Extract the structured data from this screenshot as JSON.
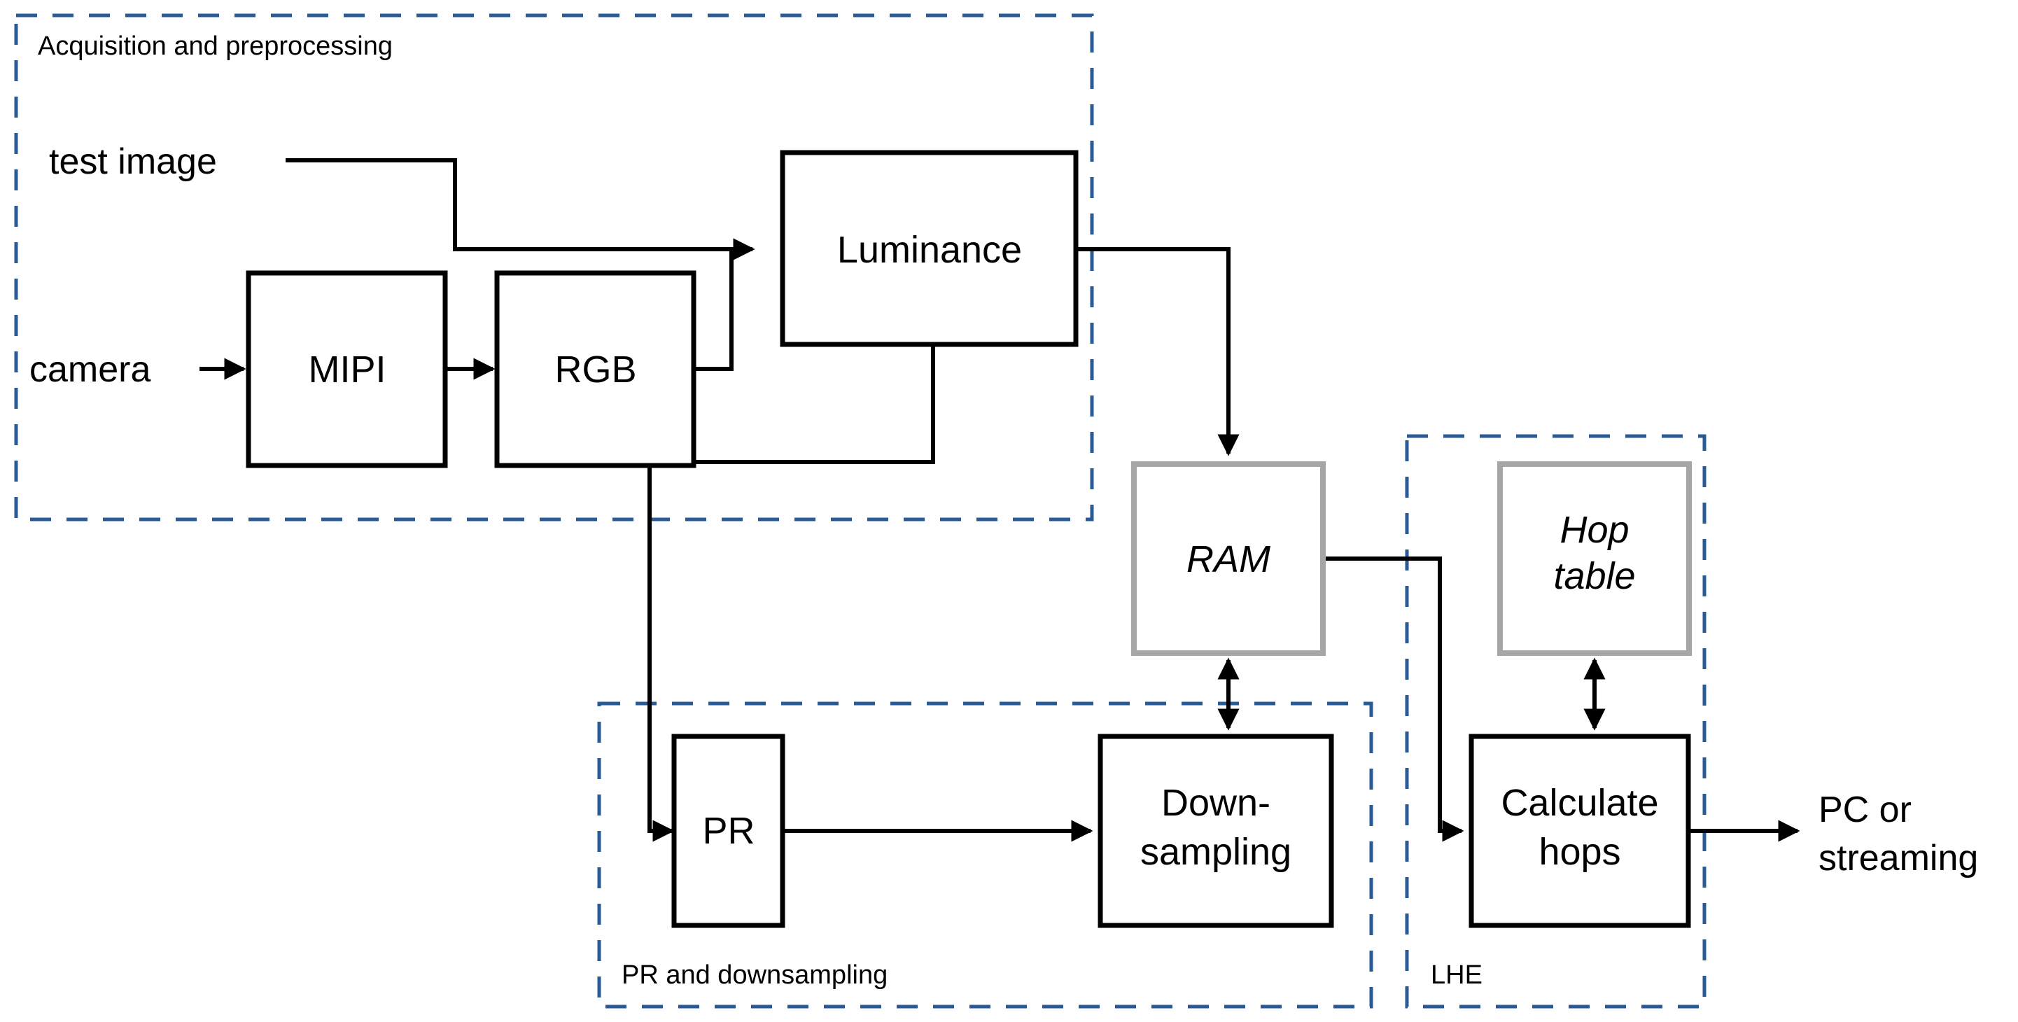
{
  "diagram": {
    "title": "Acquisition and preprocessing pipeline block diagram",
    "colors": {
      "group_border": "#2a5a96",
      "block_border": "#000000",
      "memory_block_border": "#a6a6a6",
      "connector": "#000000",
      "background": "#ffffff"
    },
    "groups": [
      {
        "id": "acquisition",
        "label": "Acquisition and preprocessing",
        "label_position": "top-left"
      },
      {
        "id": "pr_downsampling",
        "label": "PR and downsampling",
        "label_position": "bottom-left"
      },
      {
        "id": "lhe",
        "label": "LHE",
        "label_position": "bottom-left"
      }
    ],
    "blocks": [
      {
        "id": "mipi",
        "label": "MIPI",
        "style": "solid-black",
        "group": "acquisition"
      },
      {
        "id": "rgb",
        "label": "RGB",
        "style": "solid-black",
        "group": "acquisition"
      },
      {
        "id": "luminance",
        "label": "Luminance",
        "style": "solid-black",
        "group": "acquisition"
      },
      {
        "id": "ram",
        "label": "RAM",
        "style": "gray-italic",
        "group": null
      },
      {
        "id": "hop_table",
        "label_line1": "Hop",
        "label_line2": "table",
        "style": "gray-italic",
        "group": "lhe"
      },
      {
        "id": "pr",
        "label": "PR",
        "style": "solid-black",
        "group": "pr_downsampling"
      },
      {
        "id": "downsampling",
        "label_line1": "Down-",
        "label_line2": "sampling",
        "style": "solid-black",
        "group": "pr_downsampling"
      },
      {
        "id": "calculate_hops",
        "label_line1": "Calculate",
        "label_line2": "hops",
        "style": "solid-black",
        "group": "lhe"
      }
    ],
    "io_labels": [
      {
        "id": "test_image",
        "label": "test image"
      },
      {
        "id": "camera",
        "label": "camera"
      },
      {
        "id": "pc_or_streaming",
        "label_line1": "PC or",
        "label_line2": "streaming"
      }
    ],
    "connections": [
      {
        "from": "test_image",
        "to": "luminance",
        "arrow": "single"
      },
      {
        "from": "camera",
        "to": "mipi",
        "arrow": "single"
      },
      {
        "from": "mipi",
        "to": "rgb",
        "arrow": "single"
      },
      {
        "from": "rgb",
        "to": "luminance",
        "arrow": "single"
      },
      {
        "from": "luminance",
        "to": "ram",
        "arrow": "single"
      },
      {
        "from": "luminance",
        "to": "pr",
        "arrow": "single"
      },
      {
        "from": "pr",
        "to": "downsampling",
        "arrow": "single"
      },
      {
        "from": "downsampling",
        "to": "ram",
        "arrow": "double"
      },
      {
        "from": "ram",
        "to": "calculate_hops",
        "arrow": "single"
      },
      {
        "from": "hop_table",
        "to": "calculate_hops",
        "arrow": "double"
      },
      {
        "from": "calculate_hops",
        "to": "pc_or_streaming",
        "arrow": "single"
      }
    ]
  }
}
